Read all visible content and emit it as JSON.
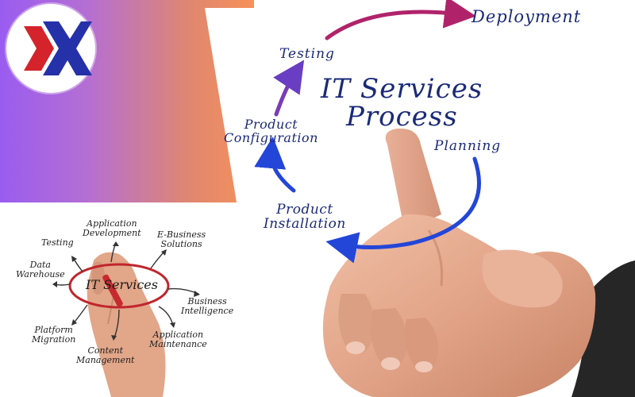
{
  "brand": {
    "logo_icon": "kx-logo-icon",
    "colors": {
      "gradient_start": "#9a5cf0",
      "gradient_end": "#f6915a",
      "logo_red": "#d4232b",
      "logo_blue": "#2531a8"
    }
  },
  "main_diagram": {
    "title_line1": "IT Services",
    "title_line2": "Process",
    "steps": {
      "deployment": "Deployment",
      "testing": "Testing",
      "product_configuration_line1": "Product",
      "product_configuration_line2": "Configuration",
      "planning": "Planning",
      "product_installation_line1": "Product",
      "product_installation_line2": "Installation"
    },
    "colors": {
      "text": "#1b2a78",
      "arrow_blue": "#2346d8",
      "arrow_purple": "#7a3bb8",
      "arrow_magenta": "#b0236a"
    }
  },
  "inset_diagram": {
    "center": "IT Services",
    "items": {
      "application_development_1": "Application",
      "application_development_2": "Development",
      "ebusiness_1": "E-Business",
      "ebusiness_2": "Solutions",
      "testing": "Testing",
      "data_warehouse_1": "Data",
      "data_warehouse_2": "Warehouse",
      "business_intelligence_1": "Business",
      "business_intelligence_2": "Intelligence",
      "platform_migration_1": "Platform",
      "platform_migration_2": "Migration",
      "application_maintenance_1": "Application",
      "application_maintenance_2": "Maintenance",
      "content_management_1": "Content",
      "content_management_2": "Management"
    },
    "colors": {
      "ellipse": "#c0262d"
    }
  }
}
